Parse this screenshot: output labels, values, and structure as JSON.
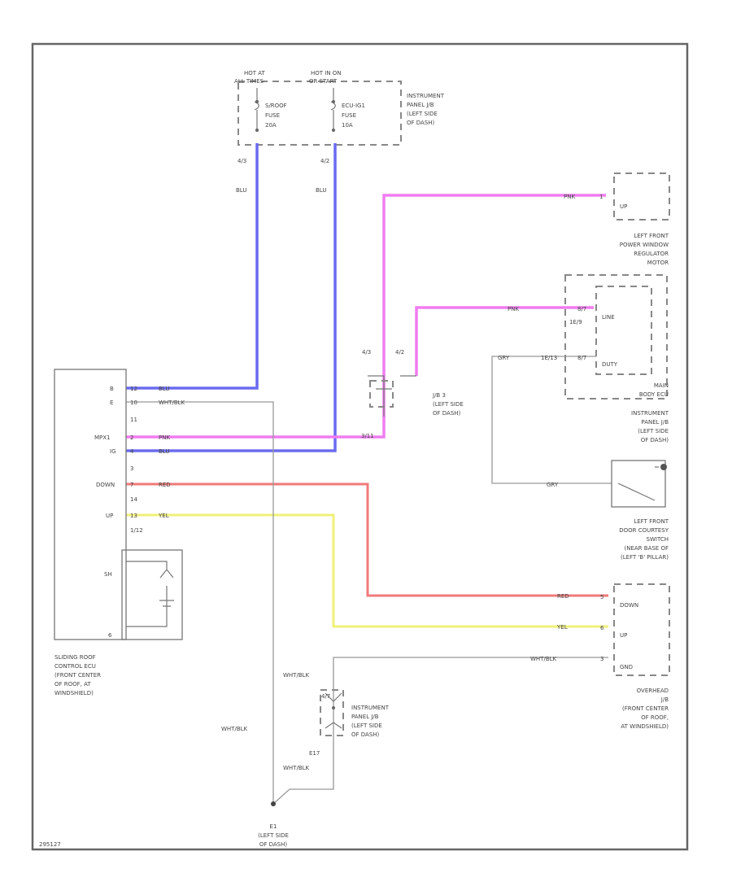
{
  "colors": {
    "blu": "#6b6bf0",
    "pnk": "#f07cf0",
    "red": "#f07a7a",
    "yel": "#f0f07a",
    "wire_gray": "#999999",
    "frame": "#666666"
  },
  "fuse_block": {
    "hot_labels": [
      [
        "HOT AT",
        "ALL TIMES"
      ],
      [
        "HOT IN ON",
        "OR START"
      ]
    ],
    "fuse1": [
      "S/ROOF",
      "FUSE",
      "20A"
    ],
    "fuse2": [
      "ECU-IG1",
      "FUSE",
      "10A"
    ],
    "pin1": "4/3",
    "pin2": "4/2",
    "label": [
      "INSTRUMENT",
      "PANEL J/B",
      "(LEFT SIDE",
      "OF DASH)"
    ]
  },
  "wire_labels": {
    "blu1": "BLU",
    "blu2": "BLU",
    "blu_ecu": "BLU",
    "blu_ecu2": "BLU",
    "wht_blk": "WHT/BLK",
    "pnk_ecu": "PNK",
    "pnk_top": "PNK",
    "pnk_mid": "PNK",
    "red_ecu": "RED",
    "red_r": "RED",
    "yel_ecu": "YEL",
    "yel_r": "YEL",
    "gry1": "GRY",
    "gry2": "GRY",
    "wht_blk_r": "WHT/BLK",
    "wht_blk_v1": "WHT/BLK",
    "wht_blk_v2": "WHT/BLK",
    "wht_blk_v3": "WHT/BLK"
  },
  "window_motor": {
    "pin": "1",
    "pin_label": "UP",
    "label": [
      "LEFT FRONT",
      "POWER WINDOW",
      "REGULATOR",
      "MOTOR"
    ]
  },
  "main_body_ecu": {
    "outer_pins": [
      "1E/9",
      "1E/13"
    ],
    "inner_pins": [
      "8/7",
      "8/7"
    ],
    "inner_labels": [
      "LINE",
      "DUTY"
    ],
    "label": [
      "MAIN",
      "BODY ECU"
    ]
  },
  "jb_junction": {
    "pins": [
      "4/3",
      "4/2"
    ],
    "label": [
      "J/B 3",
      "(LEFT SIDE",
      "OF DASH)"
    ],
    "bottom_pin": "3/11"
  },
  "jb2_label": [
    "INSTRUMENT",
    "PANEL J/B",
    "(LEFT SIDE",
    "OF DASH)"
  ],
  "door_switch": {
    "label": [
      "LEFT FRONT",
      "DOOR COURTESY",
      "SWITCH",
      "(NEAR BASE OF",
      "(LEFT 'B' PILLAR)"
    ]
  },
  "ecu": {
    "pins": [
      "B",
      "E",
      "MPX1",
      "IG",
      "DOWN",
      "UP"
    ],
    "pin_numbers": [
      "12",
      "10",
      "11",
      "2",
      "4",
      "3",
      "7",
      "14",
      "13",
      "1/12"
    ],
    "lower_pins": [
      "SH",
      "6"
    ],
    "label": [
      "SLIDING ROOF",
      "CONTROL ECU",
      "(FRONT CENTER",
      "OF ROOF, AT",
      "WINDSHIELD)"
    ]
  },
  "overhead_jb": {
    "pins": [
      "DOWN",
      "UP",
      "GND"
    ],
    "pin_nums": [
      "5",
      "6",
      "3"
    ],
    "label": [
      "OVERHEAD",
      "J/B",
      "(FRONT CENTER",
      "OF ROOF,",
      "AT WINDSHIELD)"
    ]
  },
  "lower_jb": {
    "pin_top": "4/7",
    "pin_bottom": "E17",
    "label": [
      "INSTRUMENT",
      "PANEL J/B",
      "(LEFT SIDE",
      "OF DASH)"
    ]
  },
  "ground": {
    "name": "E1",
    "label": [
      "(LEFT SIDE",
      "OF DASH)"
    ]
  },
  "footer_code": "295127"
}
